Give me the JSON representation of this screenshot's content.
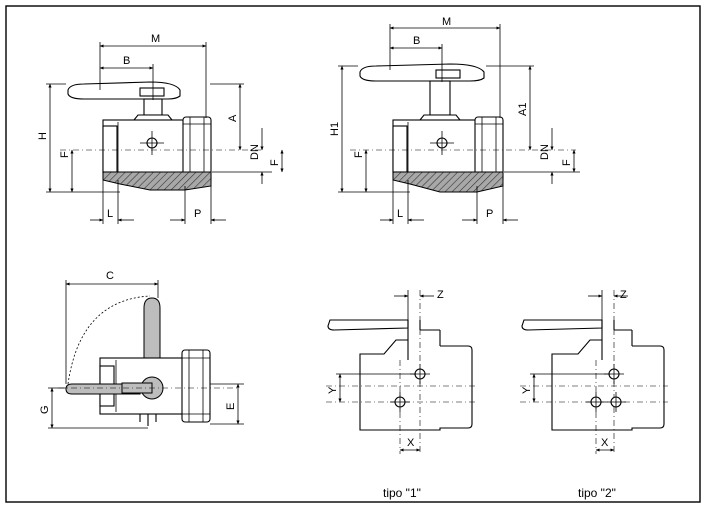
{
  "labels": {
    "M": "M",
    "B": "B",
    "A": "A",
    "A1": "A1",
    "H": "H",
    "H1": "H1",
    "F": "F",
    "DN": "DN",
    "L": "L",
    "P": "P",
    "C": "C",
    "G": "G",
    "E": "E",
    "X": "X",
    "Y": "Y",
    "Z": "Z"
  },
  "captions": {
    "type1": "tipo \"1\"",
    "type2": "tipo \"2\""
  }
}
